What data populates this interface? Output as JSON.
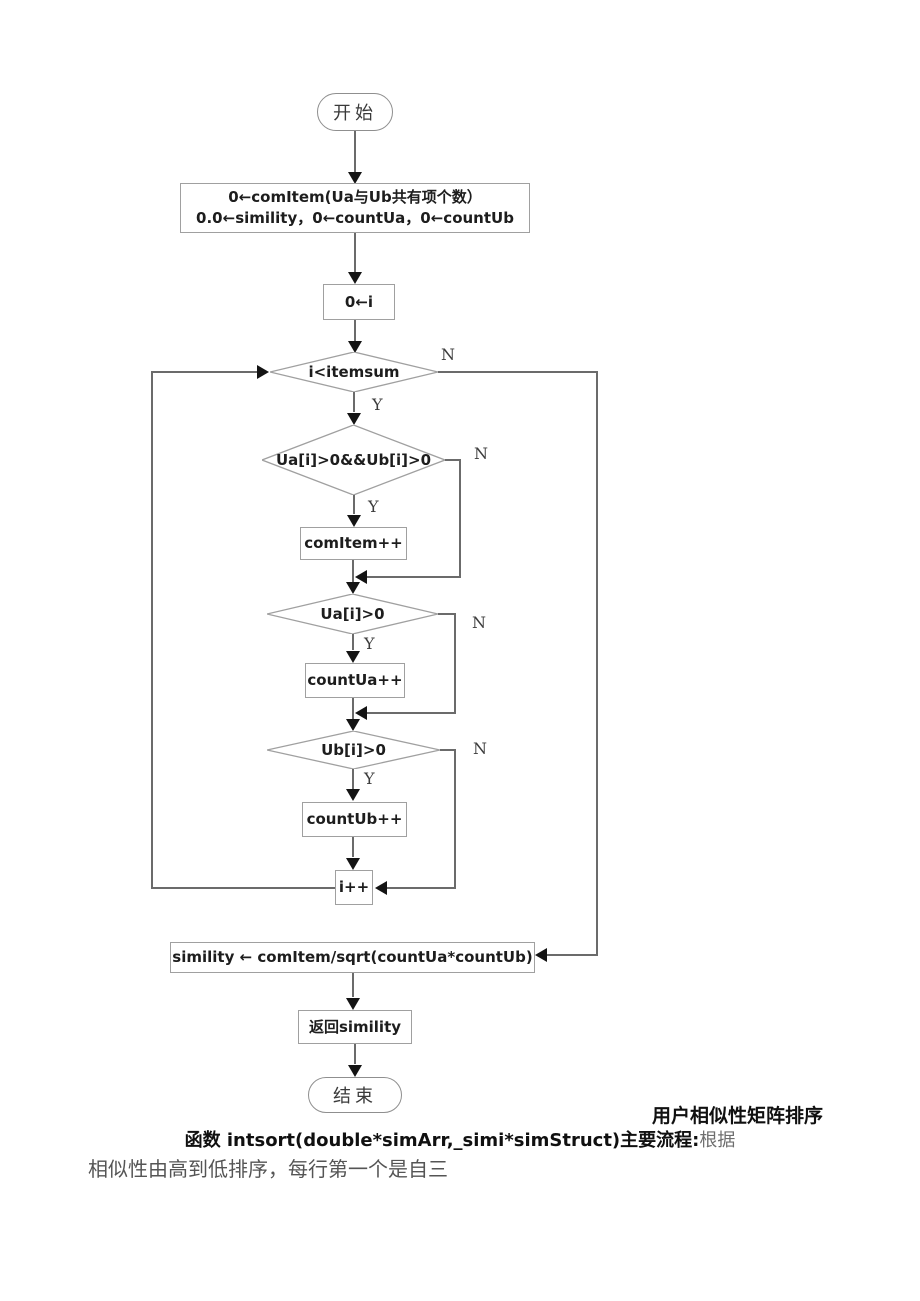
{
  "page": {
    "background": "#ffffff",
    "connector_color": "#6b6b6b",
    "arrowhead_color": "#141414",
    "box_border_color": "#a0a0a0",
    "text_color": "#1d1d1d"
  },
  "nodes": {
    "start": "开始",
    "init_line1": "0←comItem(Ua与Ub共有项个数）",
    "init_line2": "0.0←simility，0←countUa，0←countUb",
    "set_i": "0←i",
    "cond_loop": "i<itemsum",
    "cond_both": "Ua[i]>0&&Ub[i]>0",
    "com_item": "comItem++",
    "cond_ua": "Ua[i]>0",
    "count_ua": "countUa++",
    "cond_ub": "Ub[i]>0",
    "count_ub": "countUb++",
    "inc_i": "i++",
    "compute": "simility ← comItem/sqrt(countUa*countUb)",
    "return": "返回simility",
    "end": "结束"
  },
  "labels": {
    "yes": "Y",
    "no": "N"
  },
  "captions": {
    "right_title": "用户相似性矩阵排序",
    "fn_bold": "函数 intsort(double*simArr,_simi*simStruct)主要流程:",
    "fn_tail": "根据",
    "bottom_line": "相似性由高到低排序，每行第一个是自三"
  }
}
